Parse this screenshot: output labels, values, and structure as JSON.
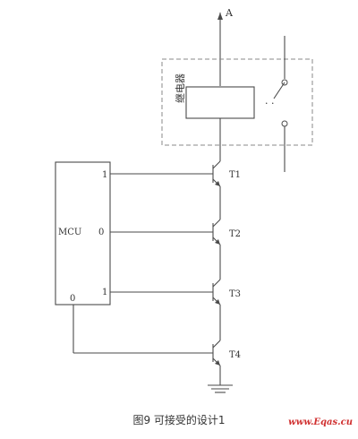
{
  "labels": {
    "supply": "A",
    "relay": "继电器",
    "dots": "· ·",
    "mcu": "MCU",
    "pins": [
      {
        "value": "1"
      },
      {
        "value": "0"
      },
      {
        "value": "1"
      },
      {
        "value": "0"
      }
    ],
    "transistors": [
      "T1",
      "T2",
      "T3",
      "T4"
    ]
  },
  "caption": "图9  可接受的设计1",
  "watermark": "www.Eqas.cu"
}
